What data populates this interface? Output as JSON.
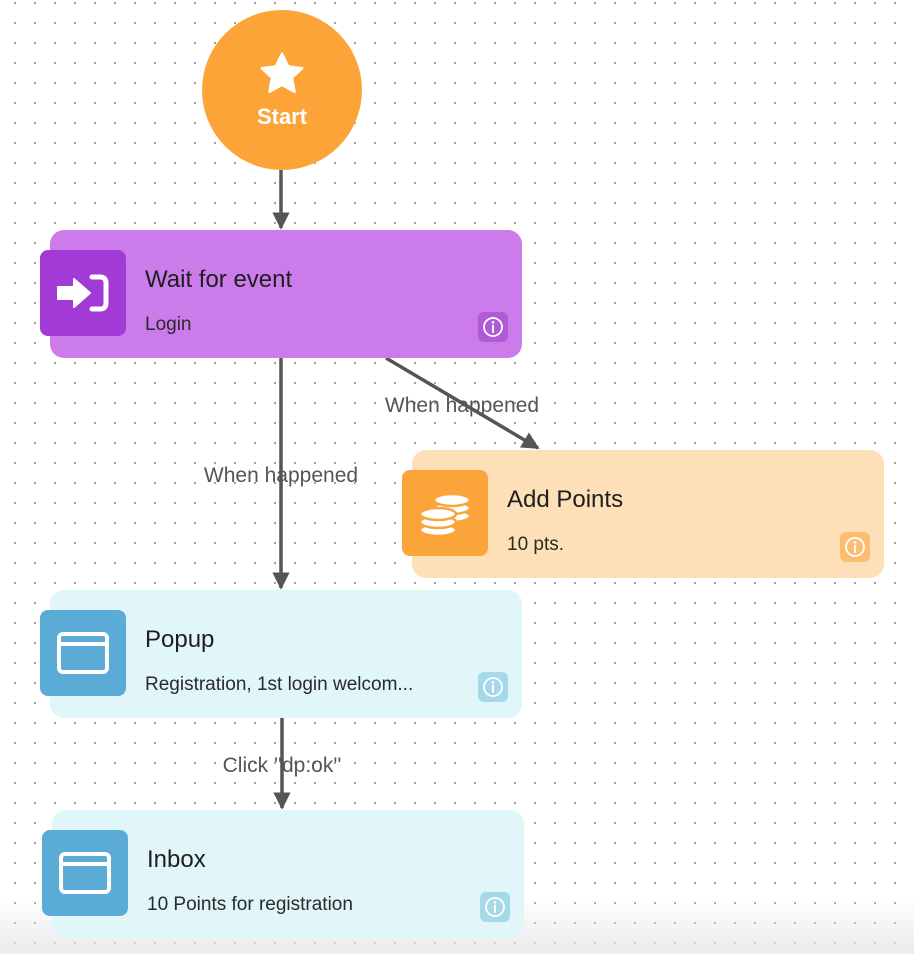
{
  "colors": {
    "start": "#fca438",
    "wait_node": "#cb7bea",
    "wait_icon": "#a23ad6",
    "points_node": "#fde0b8",
    "points_icon": "#fba43a",
    "message_node": "#e0f6f9",
    "message_icon": "#5aacd6",
    "edge": "#555555"
  },
  "start": {
    "label": "Start",
    "icon": "star-icon"
  },
  "nodes": {
    "wait": {
      "title": "Wait for event",
      "subtitle": "Login",
      "icon": "sign-in-icon"
    },
    "points": {
      "title": "Add Points",
      "subtitle": "10 pts.",
      "icon": "coins-icon"
    },
    "popup": {
      "title": "Popup",
      "subtitle": "Registration, 1st login welcom...",
      "icon": "window-icon"
    },
    "inbox": {
      "title": "Inbox",
      "subtitle": "10 Points for registration",
      "icon": "window-icon"
    }
  },
  "edges": {
    "wait_to_points": "When happened",
    "wait_to_popup": "When happened",
    "popup_to_inbox": "Click ''dp:ok''"
  }
}
